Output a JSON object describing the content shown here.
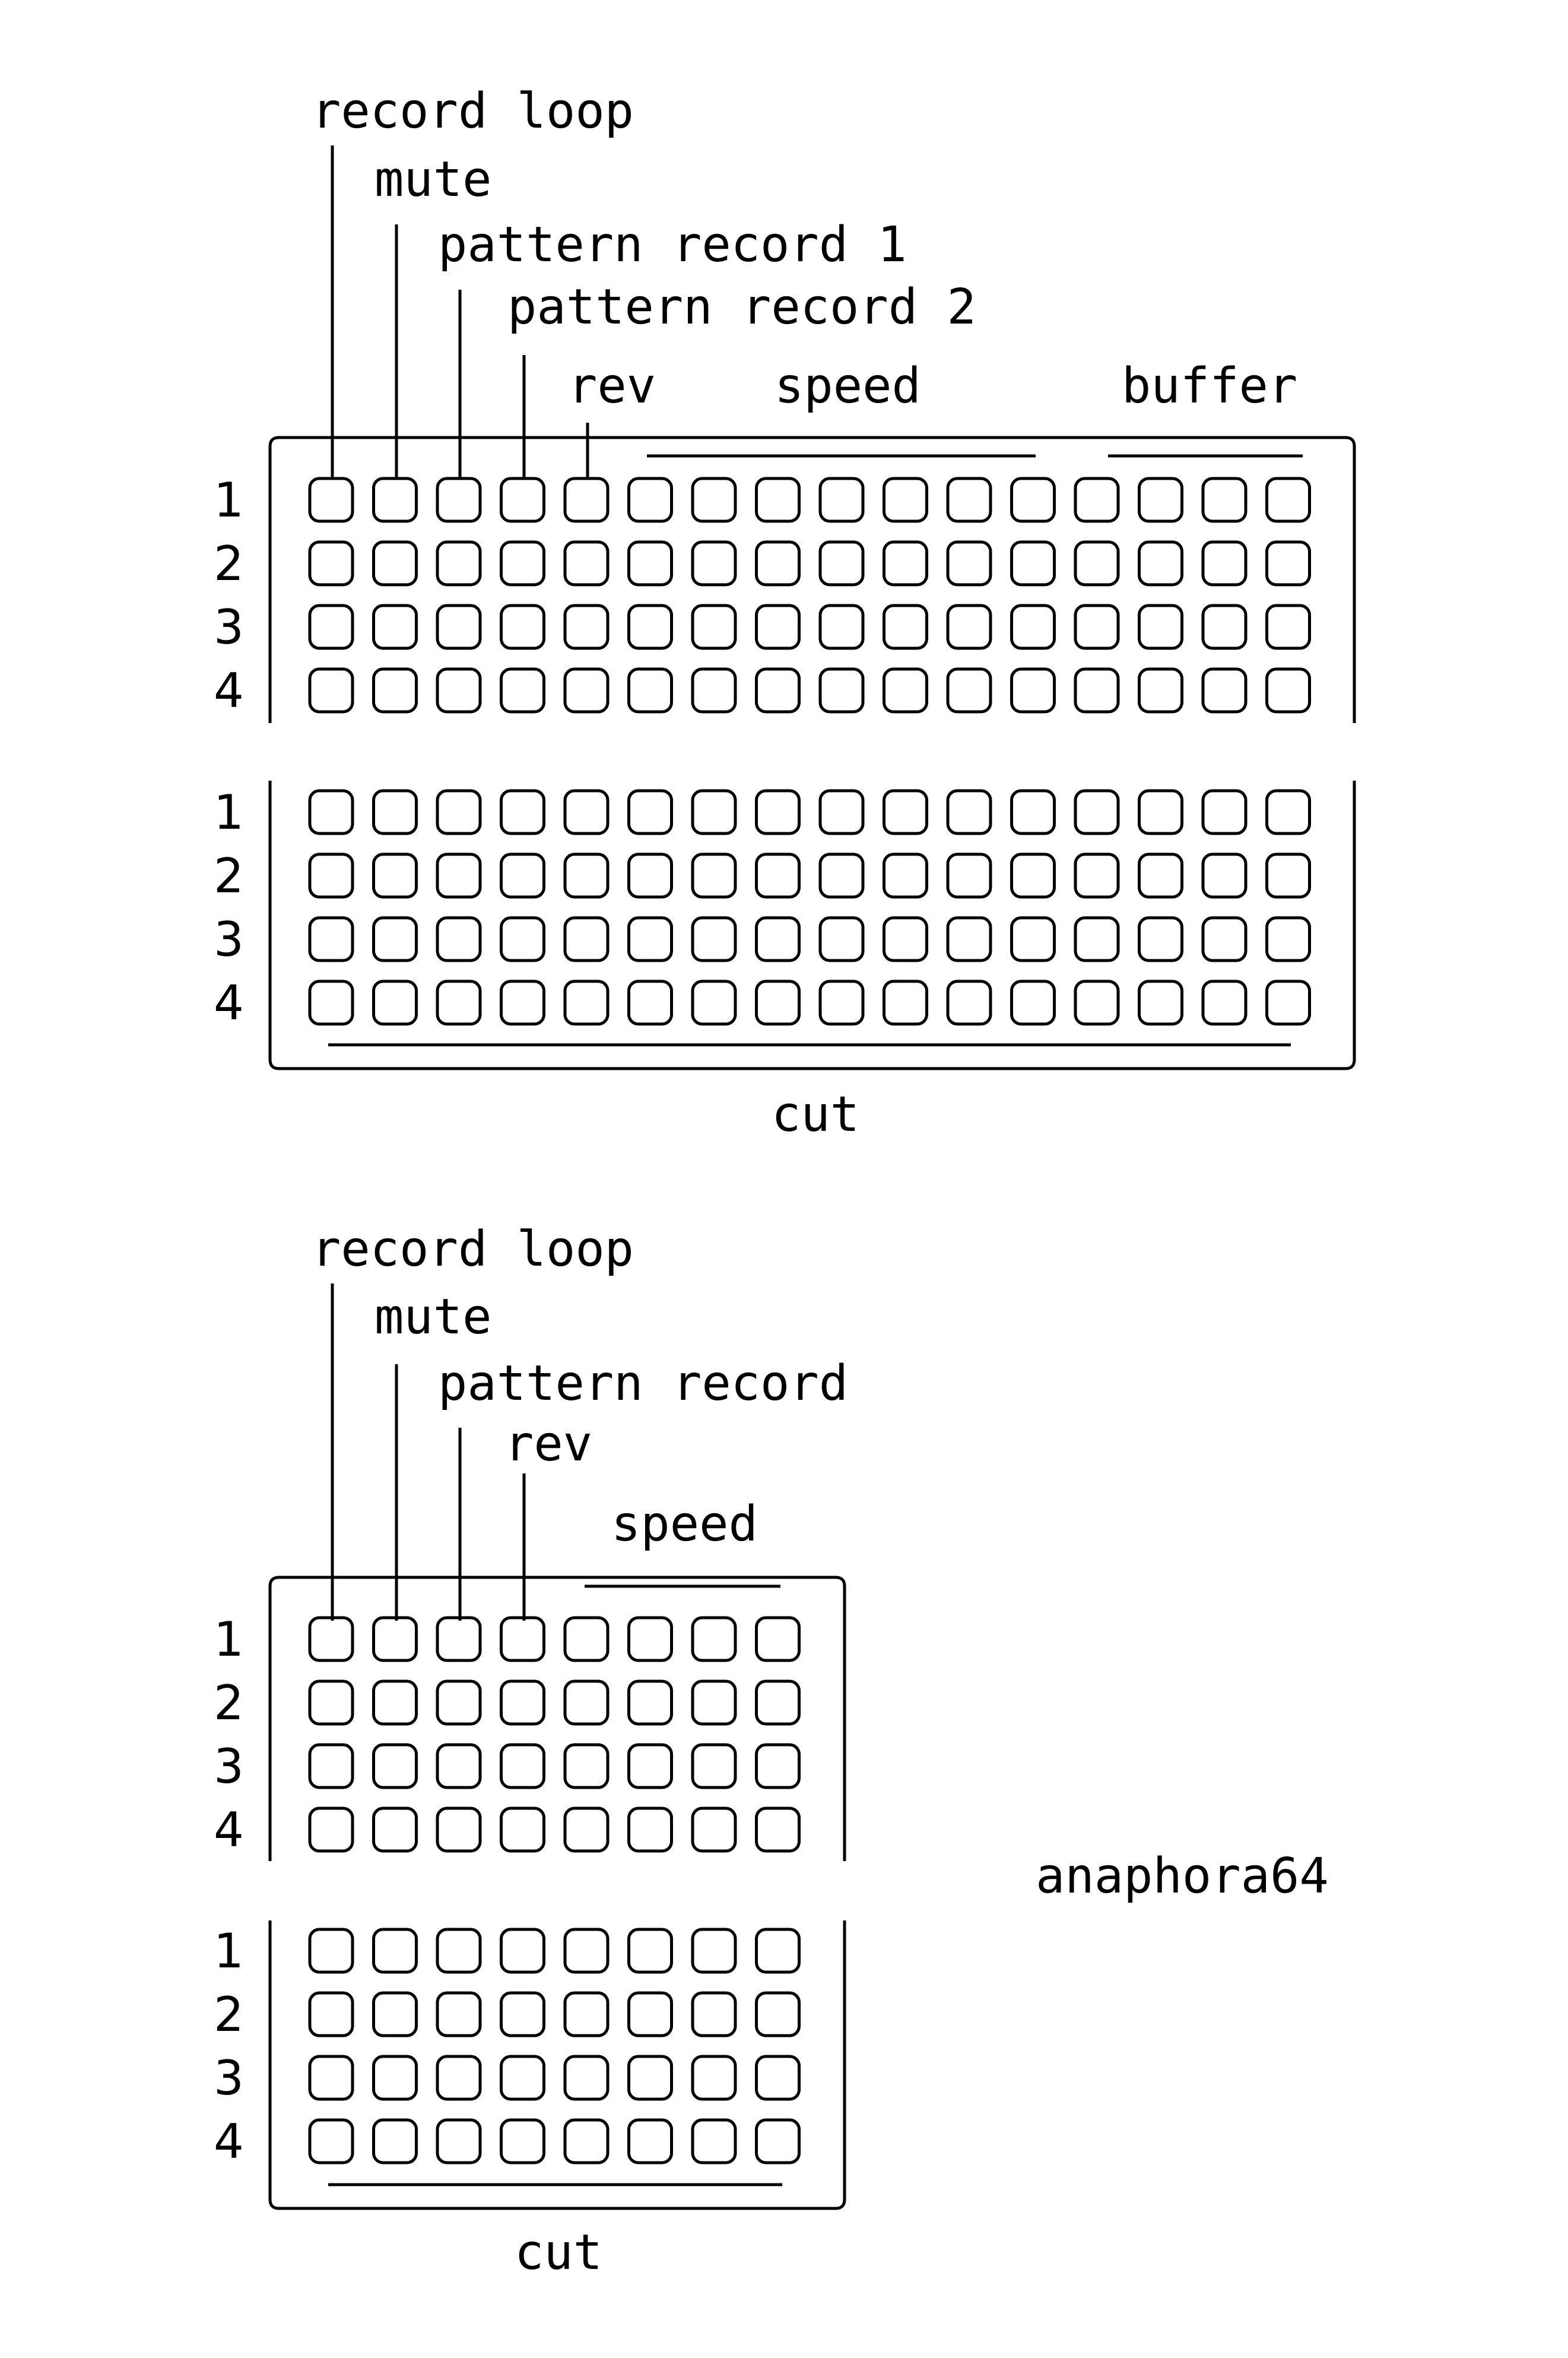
{
  "layouts": [
    {
      "id": "grid128",
      "labels": {
        "record_loop": "record loop",
        "mute": "mute",
        "pattern_record_1": "pattern record 1",
        "pattern_record_2": "pattern record 2",
        "rev": "rev",
        "speed": "speed",
        "buffer": "buffer",
        "cut": "cut"
      },
      "columns": 16,
      "row_numbers": [
        "1",
        "2",
        "3",
        "4"
      ],
      "section_count": 2
    },
    {
      "id": "grid64",
      "labels": {
        "record_loop": "record loop",
        "mute": "mute",
        "pattern_record": "pattern record",
        "rev": "rev",
        "speed": "speed",
        "cut": "cut"
      },
      "columns": 8,
      "row_numbers": [
        "1",
        "2",
        "3",
        "4"
      ],
      "section_count": 2
    }
  ],
  "caption": "anaphora64",
  "colors": {
    "ink": "#000000",
    "background": "#ffffff"
  }
}
